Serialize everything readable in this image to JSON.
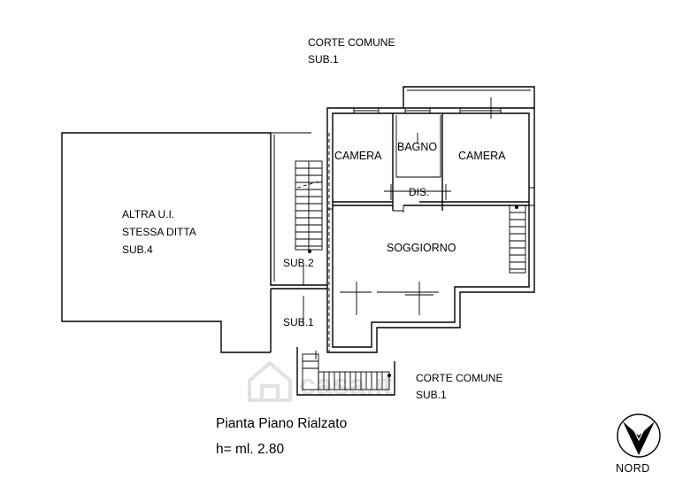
{
  "labels": {
    "corte_top_line1": "CORTE COMUNE",
    "corte_top_line2": "SUB.1",
    "altra_line1": "ALTRA U.I.",
    "altra_line2": "STESSA DITTA",
    "altra_line3": "SUB.4",
    "camera_left": "CAMERA",
    "bagno": "BAGNO",
    "camera_right": "CAMERA",
    "dis": "DIS.",
    "soggiorno": "SOGGIORNO",
    "sub2": "SUB.2",
    "sub1": "SUB.1",
    "corte_bottom_line1": "CORTE COMUNE",
    "corte_bottom_line2": "SUB.1",
    "title_line1": "Pianta Piano Rialzato",
    "title_line2": "h= ml. 2.80",
    "nord": "NORD",
    "watermark": "casa.it"
  },
  "colors": {
    "line": "#000000",
    "background": "#ffffff",
    "watermark": "#e2e2e2"
  },
  "icons": {
    "north_arrow": "north-arrow-icon",
    "watermark_logo": "house-logo-icon"
  }
}
